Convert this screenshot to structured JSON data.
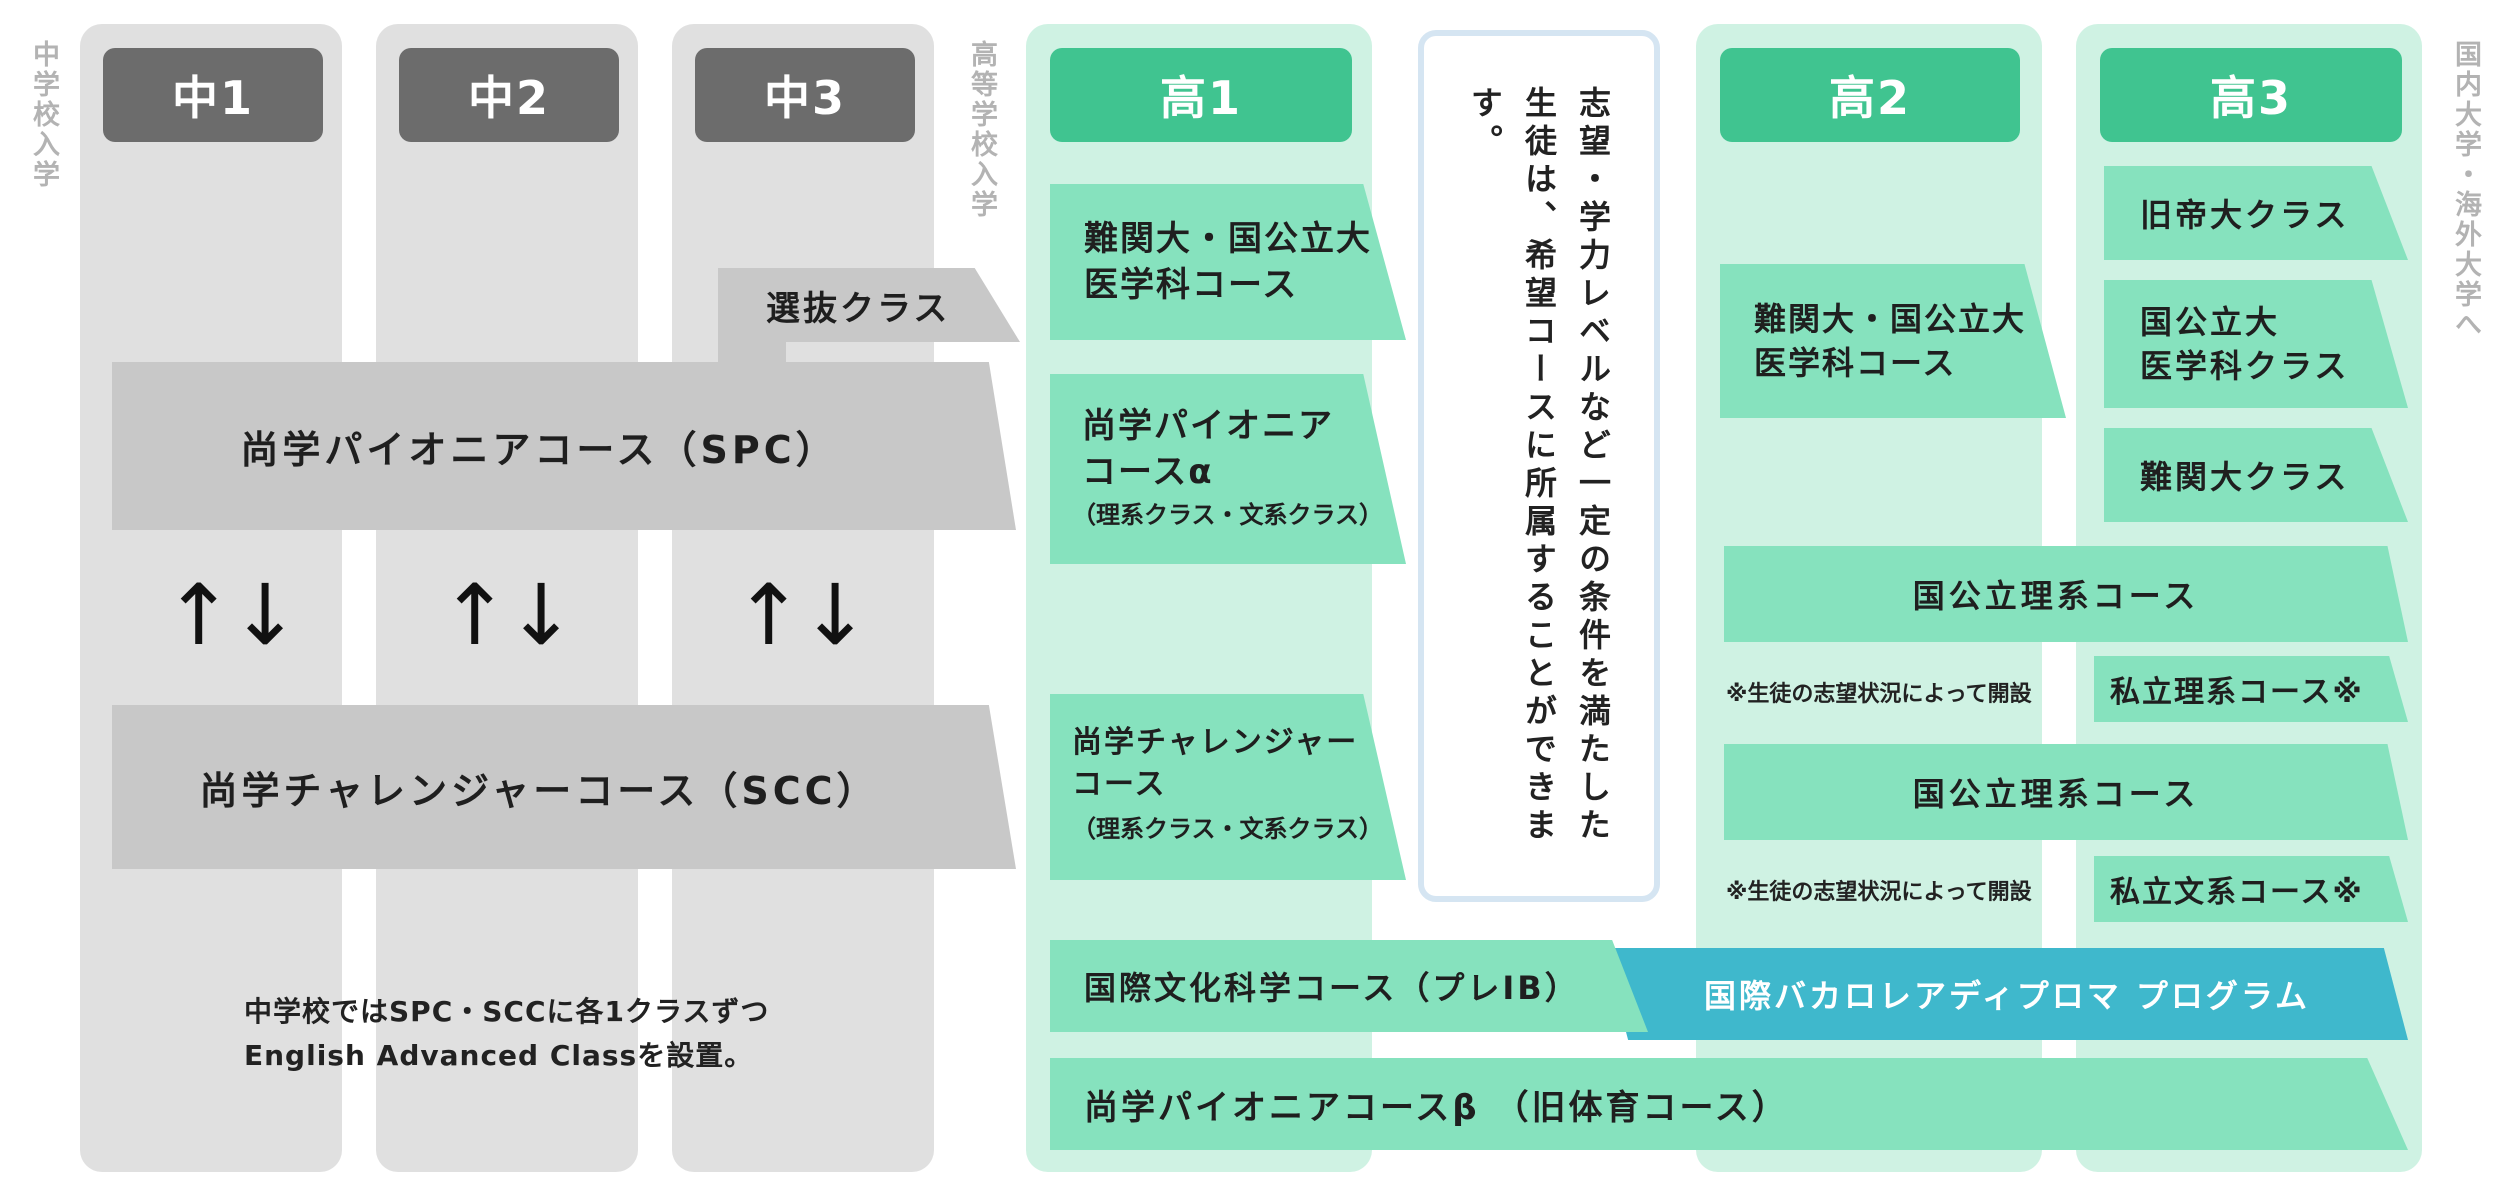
{
  "grades": {
    "jh1": "中1",
    "jh2": "中2",
    "jh3": "中3",
    "hs1": "高1",
    "hs2": "高2",
    "hs3": "高3"
  },
  "side_labels": {
    "jh_entry": "中学校入学",
    "hs_entry": "高等学校入学",
    "university": "国内大学・海外大学へ"
  },
  "junior": {
    "selective": "選抜クラス",
    "spc": "尚学パイオニアコース（SPC）",
    "scc": "尚学チャレンジャーコース（SCC）",
    "arrows": "↑↓",
    "note_line1": "中学校ではSPC・SCCに各1クラスずつ",
    "note_line2": "English Advanced Classを設置。"
  },
  "hs1": {
    "medical_l1": "難関大・国公立大",
    "medical_l2": "医学科コース",
    "alpha_l1": "尚学パイオニア",
    "alpha_l2": "コースα",
    "alpha_l3": "（理系クラス・文系クラス）",
    "challenger_l1": "尚学チャレンジャー",
    "challenger_l2": "コース",
    "challenger_l3": "（理系クラス・文系クラス）",
    "intl_culture": "国際文化科学コース（プレIB）",
    "beta": "尚学パイオニアコースβ （旧体育コース）"
  },
  "middle_note": "志望・学力レベルなど一定の条件を満たした生徒は、希望コースに所属することができます。",
  "hs2": {
    "medical_l1": "難関大・国公立大",
    "medical_l2": "医学科コース",
    "public_sci_1": "国公立理系コース",
    "private_note_1": "※生徒の志望状況によって開設",
    "private_sci": "私立理系コース※",
    "public_sci_2": "国公立理系コース",
    "private_note_2": "※生徒の志望状況によって開設",
    "private_hum": "私立文系コース※",
    "ib": "国際バカロレアディプロマ プログラム"
  },
  "hs3": {
    "imperial": "旧帝大クラス",
    "medical_l1": "国公立大",
    "medical_l2": "医学科クラス",
    "difficult": "難関大クラス"
  },
  "colors": {
    "gray_col": "#e0e0e0",
    "gray_header": "#6c6c6c",
    "gray_box": "#c8c8c8",
    "green_col": "#cff2e3",
    "green_header": "#40c490",
    "green_box": "#86e2be",
    "teal": "#3fb8cc"
  }
}
